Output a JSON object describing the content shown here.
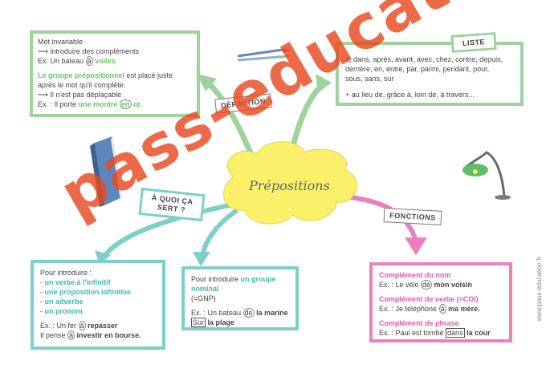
{
  "center": {
    "title": "Prépositions"
  },
  "definition": {
    "label": "DÉFINITION",
    "line1": "Mot invariable",
    "line2": "⟶ introduire des compléments",
    "line3a": "Ex. Un bateau ",
    "line3b": "à",
    "line3c": " voiles",
    "line4a": "Le groupe prépositionnel",
    "line4b": " est placé juste",
    "line5": "après le mot qu'il complète.",
    "line6": "⟶ Il n'est pas déplaçable",
    "line7a": "Ex. : Il porte ",
    "line7b": "une montre ",
    "line7c": "en",
    "line7d": " or."
  },
  "liste": {
    "label": "LISTE",
    "line1": "à, dans, après, avant, avec, chez, contre, depuis,",
    "line2": "derrière, en, entre, par, parmi, pendant, pour,",
    "line3": "sous, sans, sur",
    "line4": "+ au lieu de, grâce à, loin de, à travers..."
  },
  "aquoi": {
    "label": "À QUOI ÇA SERT ?",
    "box1_line1": "Pour introduire :",
    "box1_line2": "- un verbe à l'infinitif",
    "box1_line3": "- une proposition infinitive",
    "box1_line4": "- un adverbe",
    "box1_line5": "- un pronom",
    "box1_ex1a": "Ex. : Un fer ",
    "box1_ex1b": "à",
    "box1_ex1c": " repasser",
    "box1_ex2a": "Il pense ",
    "box1_ex2b": "à",
    "box1_ex2c": " investir en bourse.",
    "box2_line1a": "Pour introduire ",
    "box2_line1b": "un groupe nominal",
    "box2_line2": "(=GNP)",
    "box2_ex1a": "Ex. : Un bateau ",
    "box2_ex1b": "de",
    "box2_ex1c": " la marine",
    "box2_ex2a": "Sur",
    "box2_ex2b": " la plage"
  },
  "fonctions": {
    "label": "FONCTIONS",
    "h1": "Complément du nom",
    "ex1a": "Ex. : Le vélo ",
    "ex1b": "de",
    "ex1c": " mon voisin",
    "h2": "Complément de verbe (=COI)",
    "ex2a": "Ex. : Je téléphone ",
    "ex2b": "à",
    "ex2c": " ma mère.",
    "h3": "Complément de phrase",
    "ex3a": "Ex. : Paul est tombé ",
    "ex3b": "dans",
    "ex3c": " la cour"
  },
  "watermark": "pass-education",
  "site": "www.pass-education.fr",
  "colors": {
    "green": "#9fd29c",
    "teal": "#7dcfca",
    "pink": "#ec7fc0",
    "yellow": "#fbf06a",
    "watermark": "#e84a1f"
  }
}
